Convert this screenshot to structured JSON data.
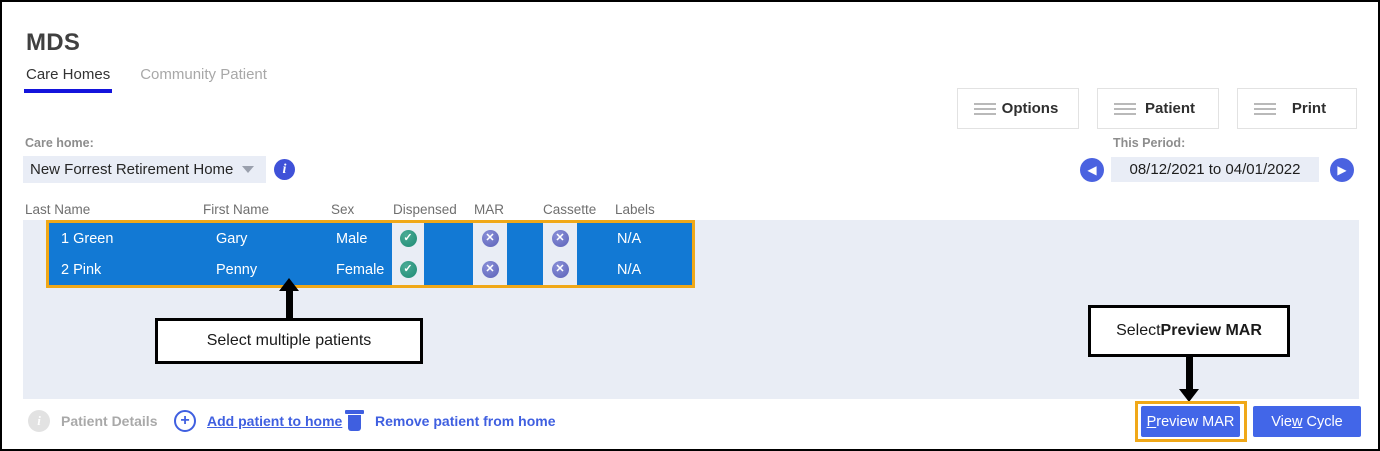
{
  "app": {
    "title": "MDS"
  },
  "tabs": [
    {
      "label": "Care Homes",
      "active": true
    },
    {
      "label": "Community Patient",
      "active": false
    }
  ],
  "carehome": {
    "label": "Care home:",
    "value": "New Forrest Retirement Home",
    "info_icon": "info-icon",
    "caret_icon": "chevron-down-icon"
  },
  "toolbar": {
    "options_label": "Options",
    "patient_label": "Patient",
    "print_label": "Print",
    "menu_icon": "list-icon"
  },
  "period": {
    "label": "This Period:",
    "range": "08/12/2021 to 04/01/2022",
    "prev_icon": "◀",
    "next_icon": "▶"
  },
  "table": {
    "columns": [
      "Last Name",
      "First Name",
      "Sex",
      "Dispensed",
      "MAR",
      "Cassette",
      "Labels"
    ],
    "rows": [
      {
        "last_name": "1 Green",
        "first_name": "Gary",
        "sex": "Male",
        "dispensed": "✓",
        "mar": "✕",
        "cassette": "✕",
        "labels": "N/A",
        "selected": true
      },
      {
        "last_name": "2 Pink",
        "first_name": "Penny",
        "sex": "Female",
        "dispensed": "✓",
        "mar": "✕",
        "cassette": "✕",
        "labels": "N/A",
        "selected": true
      }
    ]
  },
  "callouts": {
    "left": "Select multiple patients",
    "right_prefix": "Select ",
    "right_bold": "Preview MAR"
  },
  "bottom_bar": {
    "patient_details": "Patient Details",
    "add_patient_accel": "A",
    "add_patient_rest": "dd patient to home",
    "remove_patient": "Remove patient from home",
    "details_icon": "info-icon",
    "add_icon": "plus-circle-icon",
    "remove_icon": "trash-icon"
  },
  "actions": {
    "preview_accel": "P",
    "preview_rest": "review MAR",
    "view_pre": "Vie",
    "view_accel": "w",
    "view_post": " Cycle"
  },
  "colors": {
    "accent_blue": "#4266e8",
    "selection_blue": "#1279d4",
    "highlight_orange": "#f0a818",
    "panel_bg": "#e9edf5",
    "tab_underline": "#1414dc"
  }
}
